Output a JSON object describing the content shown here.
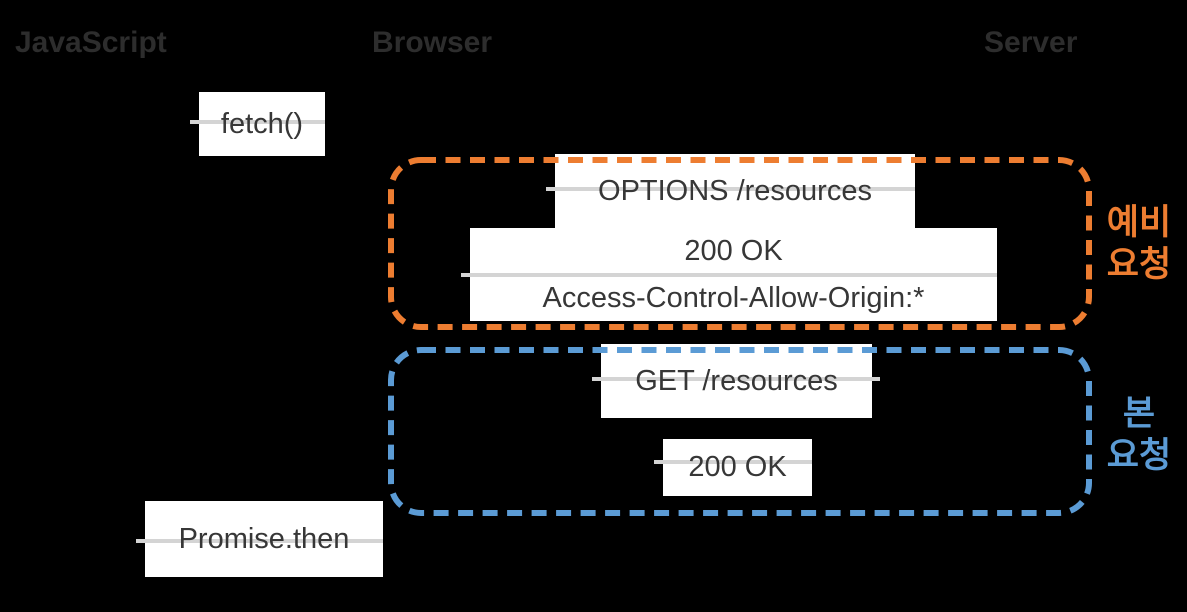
{
  "canvas": {
    "background": "#000000"
  },
  "colors": {
    "preflight": "#ED7D31",
    "main_request": "#5B9BD5",
    "column_label": "#2D2D2D",
    "box_text": "#373737",
    "arrow_line": "#D4D4D4",
    "box_bg": "#FFFFFF"
  },
  "columns": [
    {
      "id": "javascript",
      "label": "JavaScript"
    },
    {
      "id": "browser",
      "label": "Browser"
    },
    {
      "id": "server",
      "label": "Server"
    }
  ],
  "messages": {
    "fetch_call": "fetch()",
    "preflight_request": "OPTIONS /resources",
    "preflight_response_status": "200 OK",
    "preflight_response_header": "Access-Control-Allow-Origin:*",
    "main_request": "GET /resources",
    "main_response_status": "200 OK",
    "promise_callback": "Promise.then"
  },
  "annotations": {
    "preflight_group": {
      "line1": "예비",
      "line2": "요청"
    },
    "main_group": {
      "line1": "본",
      "line2": "요청"
    }
  }
}
